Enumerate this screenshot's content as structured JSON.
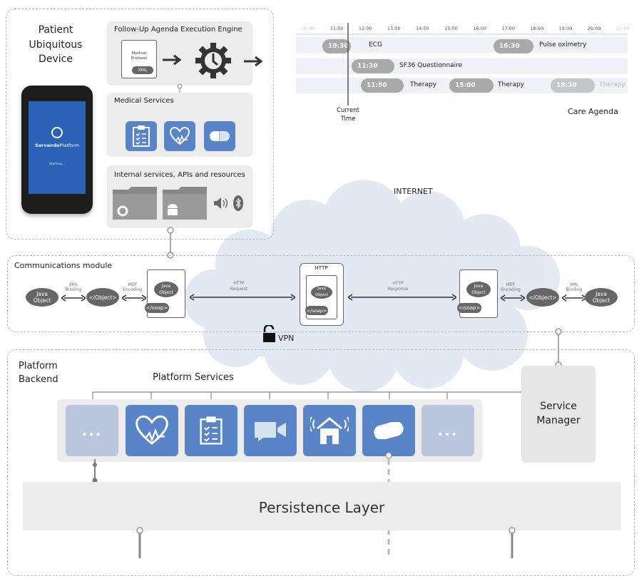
{
  "device": {
    "title_lines": [
      "Patient",
      "Ubiquitous",
      "Device"
    ],
    "phone_brand": "Servando",
    "phone_brand_suffix": "Platform",
    "phone_status": "Starting..."
  },
  "engine": {
    "title": "Follow-Up Agenda Execution Engine",
    "doc_label_1": "Medical",
    "doc_label_2": "Protocol",
    "doc_badge": "XML"
  },
  "medical_services": {
    "title": "Medical Services"
  },
  "internal_services": {
    "title": "Internal services, APIs and resources"
  },
  "agenda": {
    "hours": [
      "10:00",
      "11:00",
      "12:00",
      "13:00",
      "14:00",
      "15:00",
      "16:00",
      "17:00",
      "18:00",
      "19:00",
      "20:00",
      "21:00"
    ],
    "events": [
      {
        "time": "10:30",
        "label": "ECG"
      },
      {
        "time": "16:30",
        "label": "Pulse oximetry"
      },
      {
        "time": "11:30",
        "label": "SF36 Questionnaire"
      },
      {
        "time": "11:50",
        "label": "Therapy"
      },
      {
        "time": "15:00",
        "label": "Therapy"
      },
      {
        "time": "18:30",
        "label": "Therapy"
      }
    ],
    "current_time_label_1": "Current",
    "current_time_label_2": "Time",
    "caption": "Care Agenda"
  },
  "internet_label": "INTERNET",
  "comms": {
    "title": "Communications module",
    "java_object": "Java Object",
    "object_tag": "</Object>",
    "soap_tag": "</soap>",
    "xml_binding_1": "XML",
    "xml_binding_2": "Binding",
    "mef_encoding_1": "MEF",
    "mef_encoding_2": "Encoding",
    "http_request_1": "HTTP",
    "http_request_2": "Request",
    "http_response_1": "HTTP",
    "http_response_2": "Response",
    "http_box": "HTTP",
    "vpn": "VPN"
  },
  "backend": {
    "title_lines": [
      "Platform",
      "Backend"
    ],
    "services_title": "Platform Services",
    "ellipsis": "...",
    "service_manager_lines": [
      "Service",
      "Manager"
    ],
    "persistence": "Persistence Layer"
  },
  "colors": {
    "tile_blue": "#5a84c8",
    "tile_light": "#b9c6de",
    "panel_gray": "#ececec",
    "cloud": "#dde5f0"
  }
}
